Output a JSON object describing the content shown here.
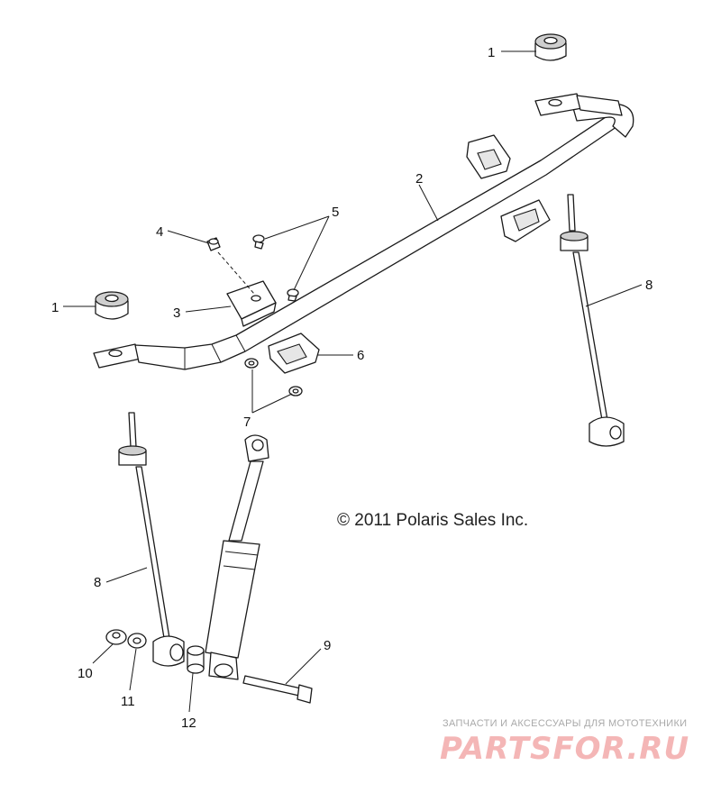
{
  "callouts": {
    "c1a": "1",
    "c1b": "1",
    "c2": "2",
    "c3": "3",
    "c4": "4",
    "c5": "5",
    "c6": "6",
    "c7": "7",
    "c8a": "8",
    "c8b": "8",
    "c9": "9",
    "c10": "10",
    "c11": "11",
    "c12": "12"
  },
  "copyright": "© 2011 Polaris Sales Inc.",
  "watermark": {
    "tagline": "ЗАПЧАСТИ И АКСЕССУАРЫ ДЛЯ МОТОТЕХНИКИ",
    "brand": "PARTSFOR.RU"
  }
}
